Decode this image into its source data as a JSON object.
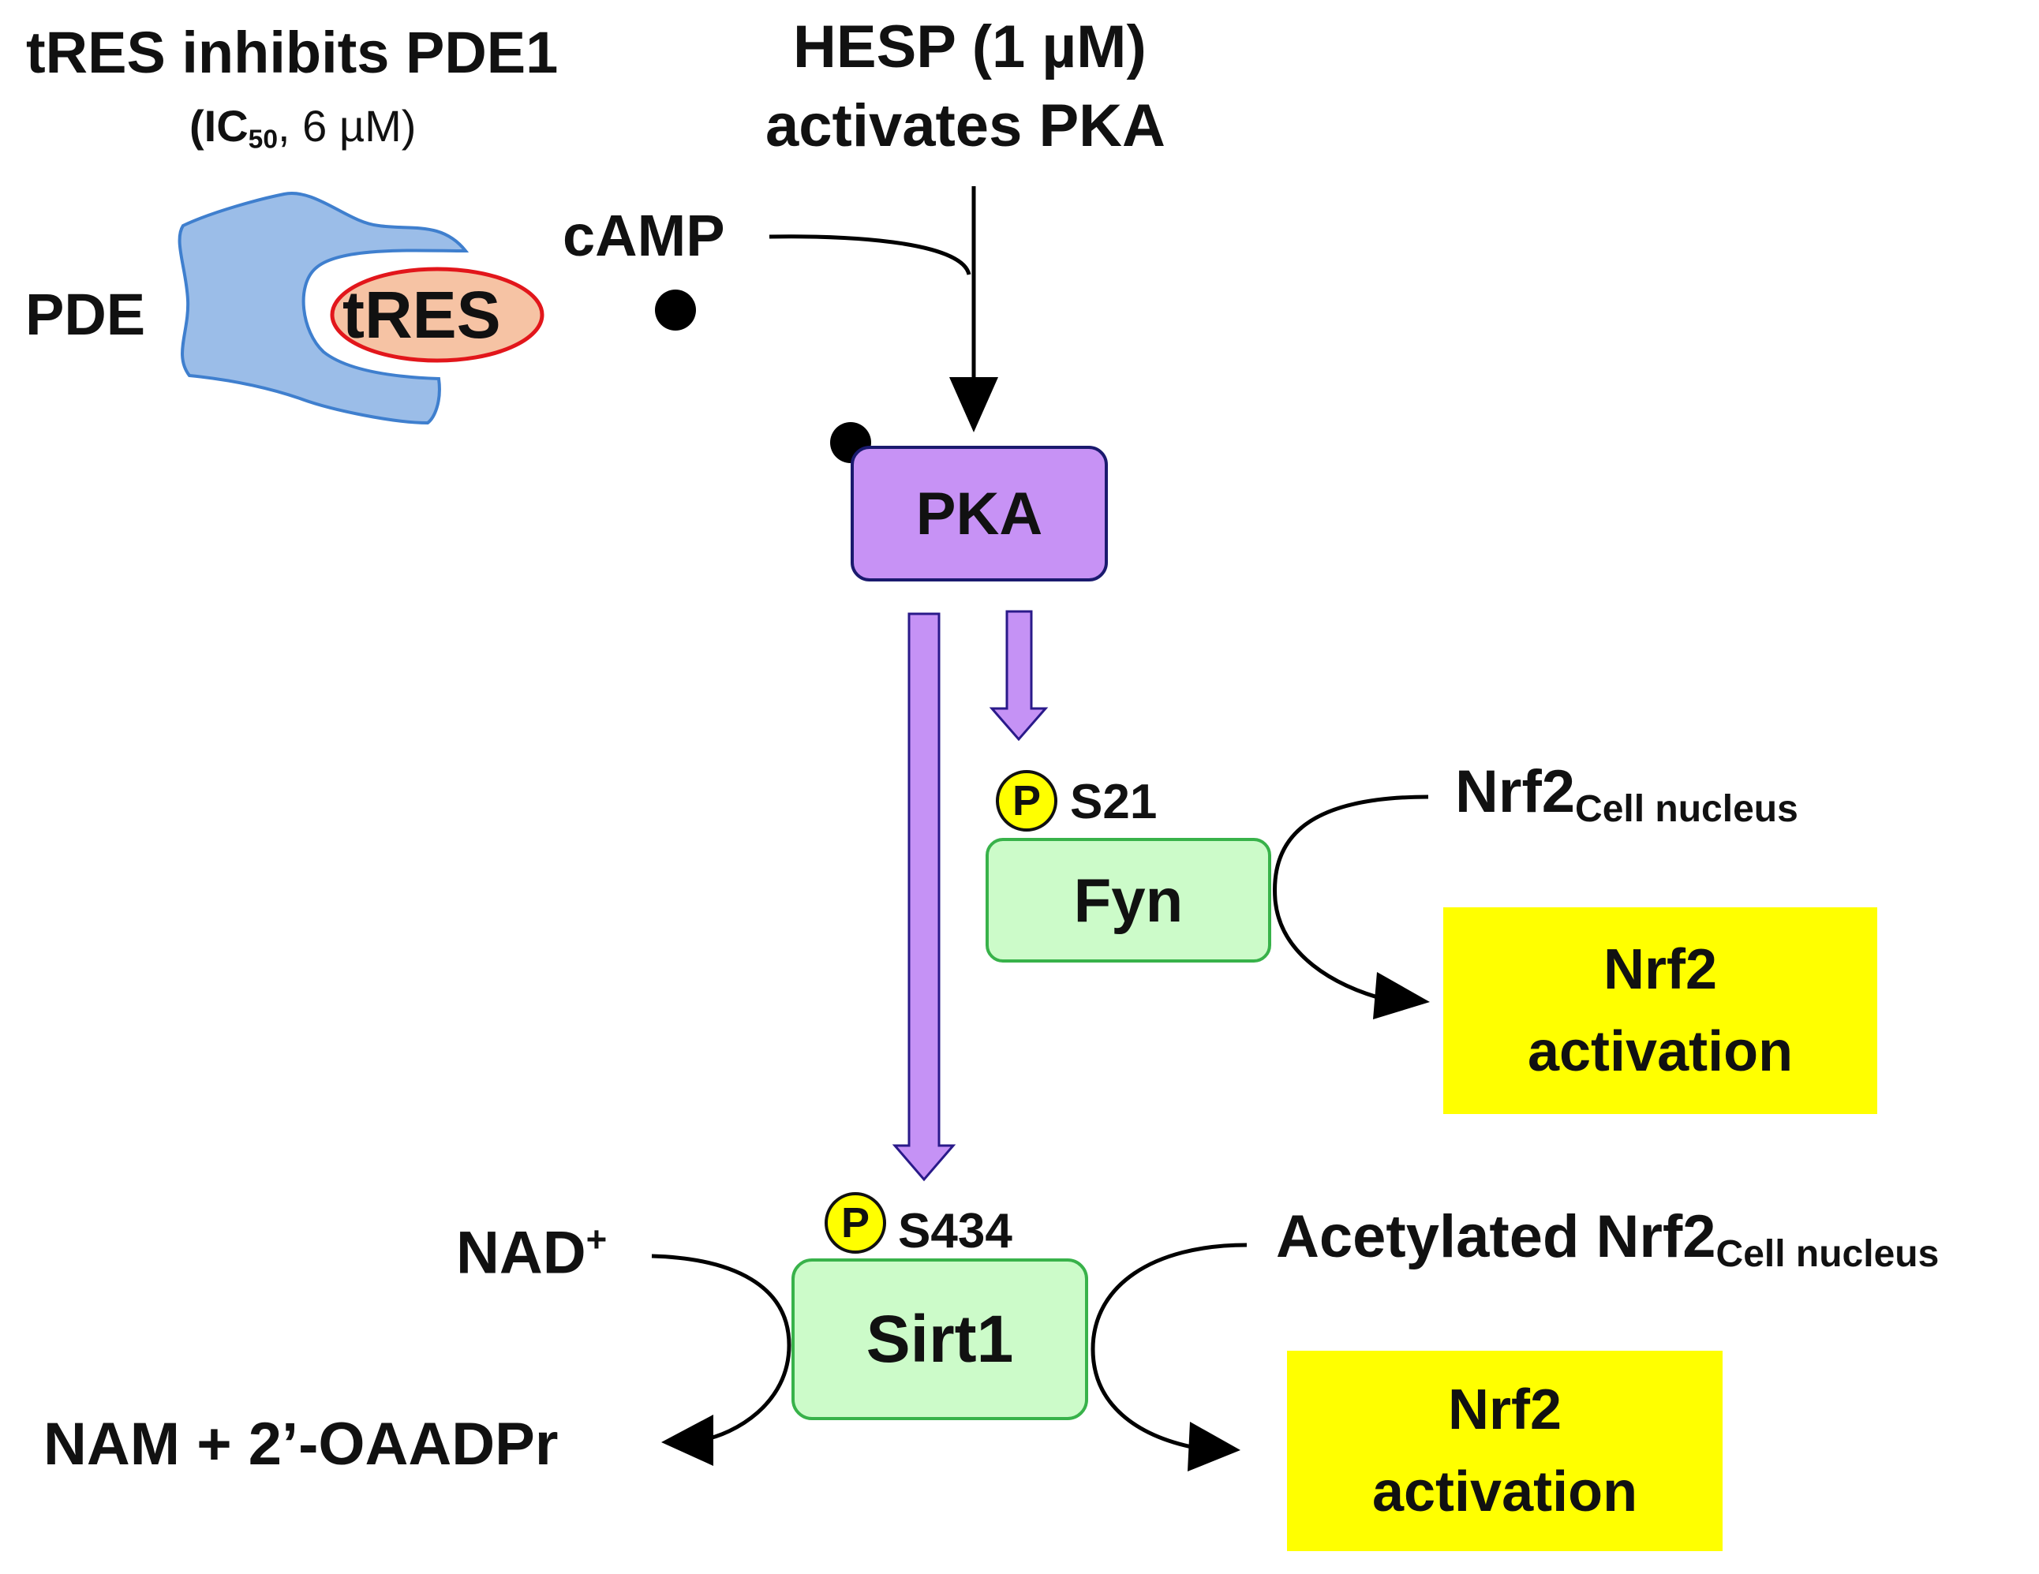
{
  "header": {
    "tres_title": "tRES inhibits PDE1",
    "ic50_label": "IC",
    "ic50_sub": "50",
    "ic50_value": ", 6 µM)",
    "ic50_open": "(",
    "hesp_line1": "HESP (1 µM)",
    "hesp_line2": "activates PKA"
  },
  "nodes": {
    "pde": "PDE",
    "tres": "tRES",
    "camp": "cAMP",
    "pka": "PKA",
    "fyn": "Fyn",
    "sirt1": "Sirt1"
  },
  "phospho": {
    "p_symbol": "P",
    "fyn_site": "S21",
    "sirt1_site": "S434"
  },
  "reactions": {
    "nrf2_top": "Nrf2",
    "nrf2_top_sub": "Cell nucleus",
    "acetylated": "Acetylated Nrf2",
    "acetylated_sub": "Cell nucleus",
    "nad": "NAD",
    "nad_sup": "+",
    "nam": "NAM + 2’-OAADPr"
  },
  "results": {
    "line1": "Nrf2",
    "line2": "activation"
  },
  "colors": {
    "pde_fill": "#9bbde8",
    "pde_stroke": "#3f7fce",
    "tres_fill": "#f6c3a4",
    "tres_stroke": "#e2161b",
    "pka_fill": "#c792f5",
    "pka_arrow_fill": "#c592f5",
    "pka_arrow_stroke": "#2a1a8a",
    "green_fill": "#ccfbc9",
    "green_stroke": "#38b24a",
    "result_fill": "#ffff00",
    "phospho_fill": "#ffff00"
  }
}
